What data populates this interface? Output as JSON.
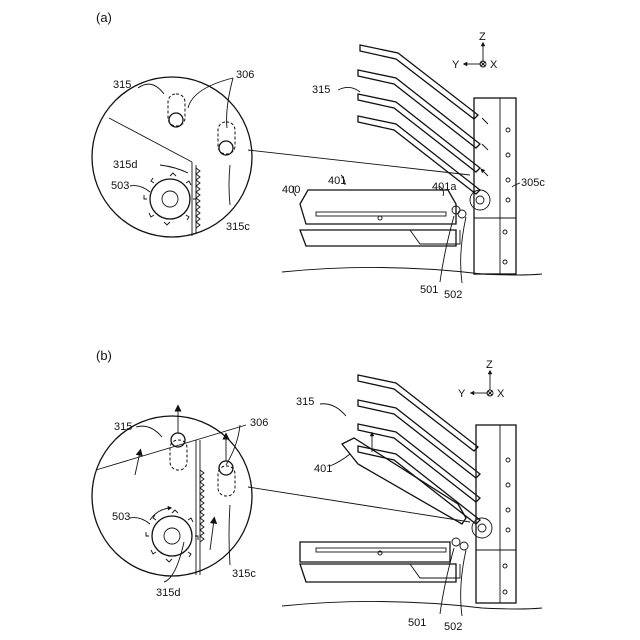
{
  "panels": [
    {
      "id": "a",
      "label": "(a)",
      "axes": {
        "z": "Z",
        "y": "Y",
        "x": "X"
      },
      "labels": {
        "l315_circle": "315",
        "l306": "306",
        "l315d": "315d",
        "l503": "503",
        "l315c": "315c",
        "l315_main": "315",
        "l400": "400",
        "l401": "401",
        "l401a": "401a",
        "l305c": "305c",
        "l501": "501",
        "l502": "502"
      }
    },
    {
      "id": "b",
      "label": "(b)",
      "axes": {
        "z": "Z",
        "y": "Y",
        "x": "X"
      },
      "labels": {
        "l315_circle": "315",
        "l306": "306",
        "l503": "503",
        "l315d": "315d",
        "l315c": "315c",
        "l315_main": "315",
        "l401": "401",
        "l501": "501",
        "l502": "502"
      }
    }
  ]
}
